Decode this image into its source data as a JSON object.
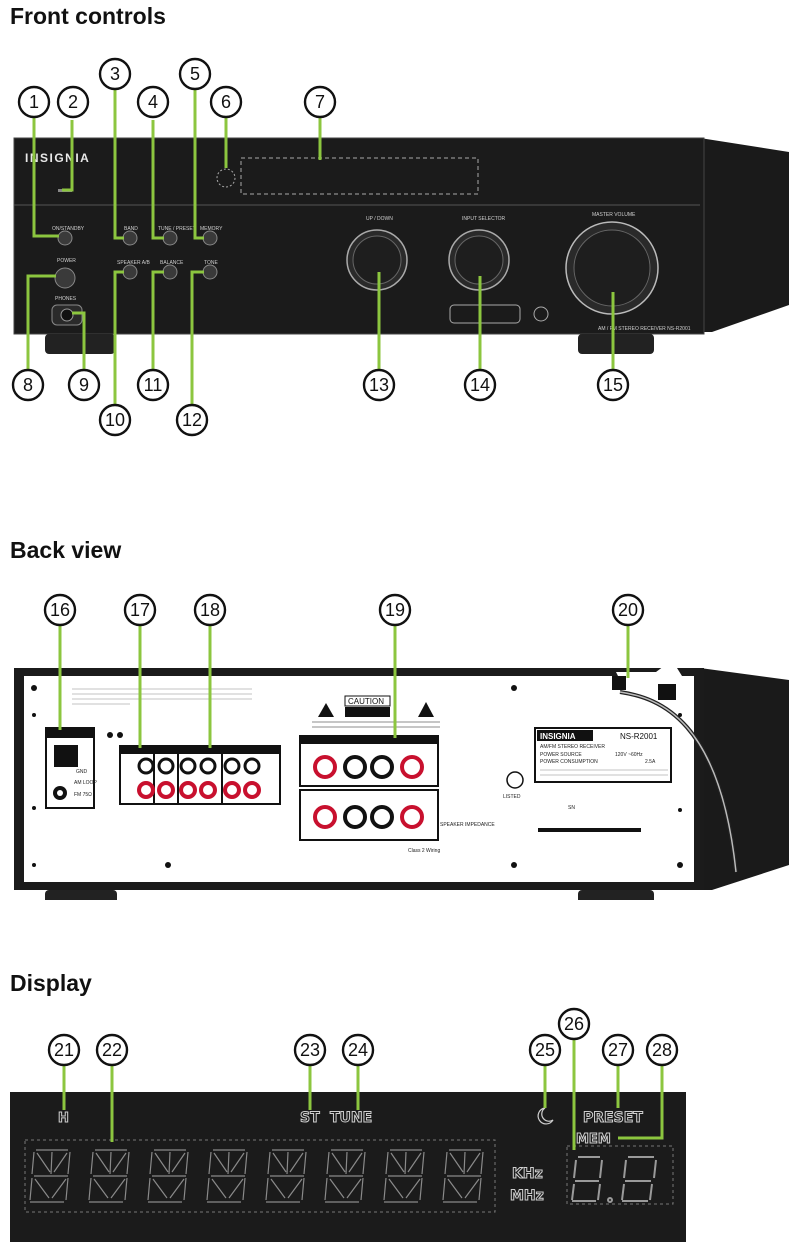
{
  "sections": {
    "front": {
      "title": "Front controls"
    },
    "back": {
      "title": "Back view"
    },
    "display": {
      "title": "Display"
    }
  },
  "front_panel": {
    "brand": "INSIGNIA",
    "labels": {
      "standby": "ON/STANDBY",
      "band": "BAND",
      "tune_preset": "TUNE / PRESET",
      "memory": "MEMORY",
      "power": "POWER",
      "speaker_ab": "SPEAKER A/B",
      "balance": "BALANCE",
      "tone": "TONE",
      "phones": "PHONES",
      "up_down": "UP / DOWN",
      "input_selector": "INPUT SELECTOR",
      "master_volume": "MASTER VOLUME",
      "model_line": "AM / FM STEREO RECEIVER NS-R2001"
    }
  },
  "back_panel": {
    "caution": "CAUTION",
    "model": "NS-R2001",
    "brand": "INSIGNIA",
    "rating_title": "AM/FM STEREO RECEIVER",
    "power_source": "POWER SOURCE",
    "power_source_value": "120V ~60Hz",
    "power_consumption": "POWER CONSUMPTION",
    "power_consumption_value": "2.5A",
    "antenna_labels": {
      "gnd": "GND",
      "am_loop": "AM LOOP",
      "fm": "FM 75Ω"
    },
    "listed": "LISTED",
    "sn": "SN",
    "impedance": "SPEAKER IMPEDANCE",
    "class2": "Class 2 Wiring"
  },
  "display_panel": {
    "indicators": {
      "h": "H",
      "st": "ST",
      "tune": "TUNE",
      "preset": "PRESET",
      "mem": "MEM",
      "khz": "KHz",
      "mhz": "MHz"
    }
  },
  "callouts": [
    "1",
    "2",
    "3",
    "4",
    "5",
    "6",
    "7",
    "8",
    "9",
    "10",
    "11",
    "12",
    "13",
    "14",
    "15",
    "16",
    "17",
    "18",
    "19",
    "20",
    "21",
    "22",
    "23",
    "24",
    "25",
    "26",
    "27",
    "28"
  ],
  "colors": {
    "leader": "#8cc63f",
    "panel": "#1b1b1b",
    "outline": "#111111"
  }
}
